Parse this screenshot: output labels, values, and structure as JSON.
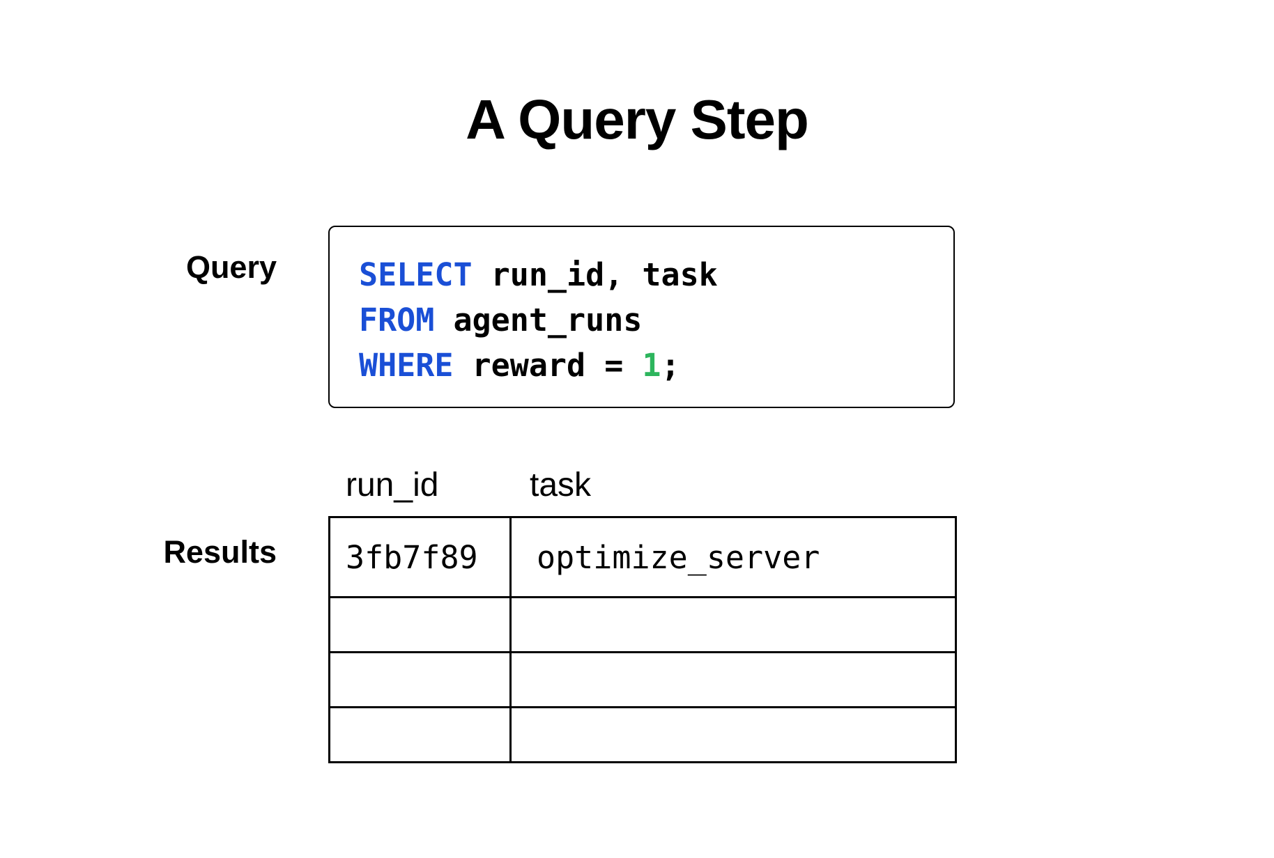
{
  "title": "A Query Step",
  "labels": {
    "query": "Query",
    "results": "Results"
  },
  "query": {
    "lines": [
      {
        "keyword": "SELECT",
        "rest": " run_id, task"
      },
      {
        "keyword": "FROM",
        "rest": " agent_runs"
      },
      {
        "keyword": "WHERE",
        "rest_before": " reward = ",
        "number": "1",
        "rest_after": ";"
      }
    ]
  },
  "results": {
    "columns": [
      "run_id",
      "task"
    ],
    "rows": [
      [
        "3fb7f89",
        "optimize_server"
      ],
      [
        "",
        ""
      ],
      [
        "",
        ""
      ],
      [
        "",
        ""
      ]
    ]
  },
  "colors": {
    "keyword": "#1a4fd6",
    "number": "#2db55d",
    "text": "#000000",
    "background": "#ffffff"
  }
}
